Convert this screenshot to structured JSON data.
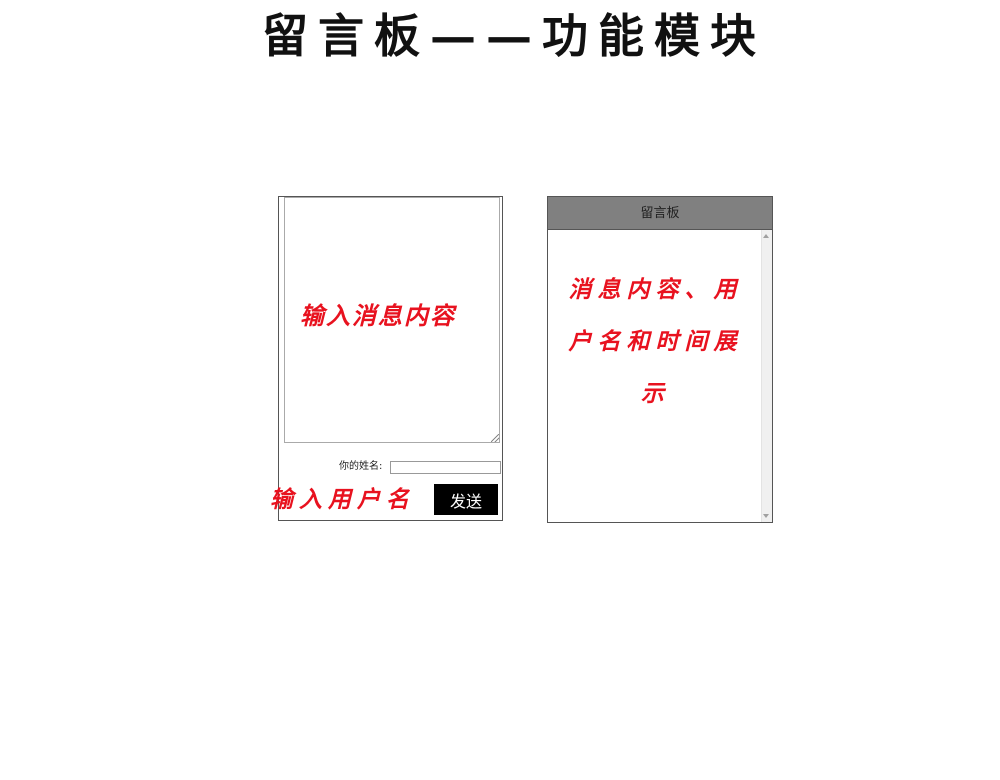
{
  "page": {
    "heading": "留言板——功能模块"
  },
  "compose": {
    "message_value": "",
    "name_label": "你的姓名:",
    "name_value": "",
    "send_label": "发送"
  },
  "board": {
    "header_title": "留言板"
  },
  "annotations": {
    "message": "输入消息内容",
    "username": "输入用户名",
    "board": "消息内容、用户名和时间展示"
  },
  "colors": {
    "annotation": "#e8121f",
    "header_bg": "#808080",
    "send_button_bg": "#000000"
  }
}
